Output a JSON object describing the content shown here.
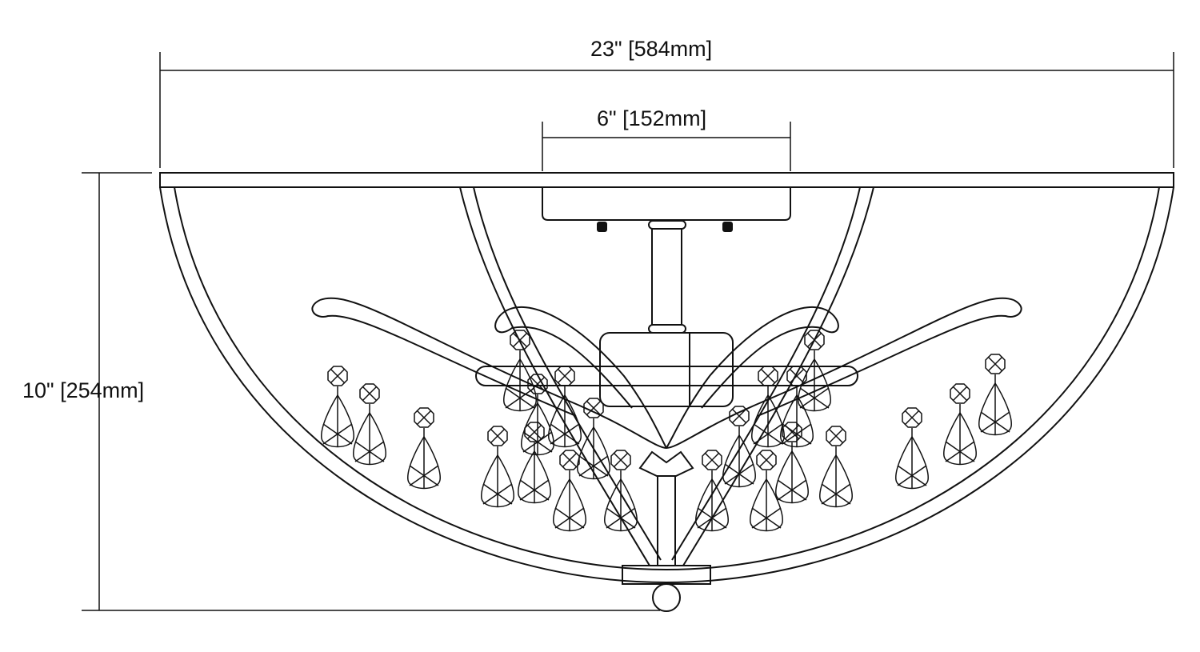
{
  "dimensions": {
    "overall_width": "23\" [584mm]",
    "canopy_width": "6\" [152mm]",
    "overall_height": "10\" [254mm]"
  },
  "colors": {
    "line": "#111111",
    "background": "#ffffff"
  }
}
